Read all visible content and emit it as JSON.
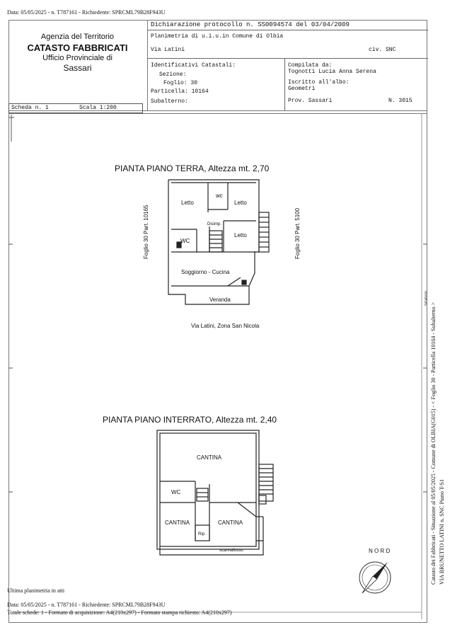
{
  "top_stamp": "Data: 05/05/2025 - n. T787161 - Richiedente: SPRCML79B28F943U",
  "agency": {
    "line1": "Agenzia del Territorio",
    "line2": "CATASTO FABBRICATI",
    "line3": "Ufficio Provinciale di",
    "line4": "Sassari"
  },
  "header": {
    "dichiarazione": "Dichiarazione protocollo n. SS0094574 del 03/04/2009",
    "planimetria": "Planimetria di u.i.u.in Comune di Olbia",
    "via": "Via Latini",
    "civ": "civ. SNC",
    "ident_title": "Identificativi Catastali:",
    "sezione": "Sezione:",
    "foglio": "Foglio: 30",
    "particella": "Particella: 10164",
    "subalterno": "Subalterno:",
    "compilata": "Compilata da:",
    "compilatore": "Tognotti Lucia Anna Serena",
    "iscritto": "Iscritto all'albo:",
    "albo": "Geometri",
    "prov": "Prov. Sassari",
    "numero": "N. 3015"
  },
  "scheda": "Scheda n. 1",
  "scala": "Scala 1:200",
  "plan1": {
    "title": "PIANTA PIANO TERRA, Altezza mt. 2,70",
    "rooms": [
      "Letto",
      "WC",
      "Letto",
      "Disimp.",
      "Letto",
      "wc",
      "Soggiorno - Cucina",
      "Veranda"
    ],
    "left_side": "Foglio 30 Part. 10165",
    "right_side": "Foglio 30 Part. 5100",
    "street": "Via Latini, Zona San Nicola"
  },
  "plan2": {
    "title": "PIANTA PIANO INTERRATO, Altezza mt. 2,40",
    "rooms": [
      "CANTINA",
      "WC",
      "CANTINA",
      "CANTINA",
      "Rip.",
      "scannafosso"
    ]
  },
  "nord": "N O R D",
  "side_text_1": "Catasto dei Fabbricati - Situazione al 05/05/2025 - Comune di OLBIA(G015) - < Foglio 30 - Particella 10164 - Subalterno >",
  "side_text_2": "VIA BRUNETTO LATINI n. SNC Piano T-S1",
  "side_small": "Subalterno",
  "footer": {
    "ultima": "Ultima planimetria in atti",
    "data": "Data: 05/05/2025 - n. T787161 - Richiedente: SPRCML79B28F943U",
    "totale": "Totale schede: 1 - Formato di acquisizione: A4(210x297) - Formato stampa richiesto: A4(210x297)"
  }
}
